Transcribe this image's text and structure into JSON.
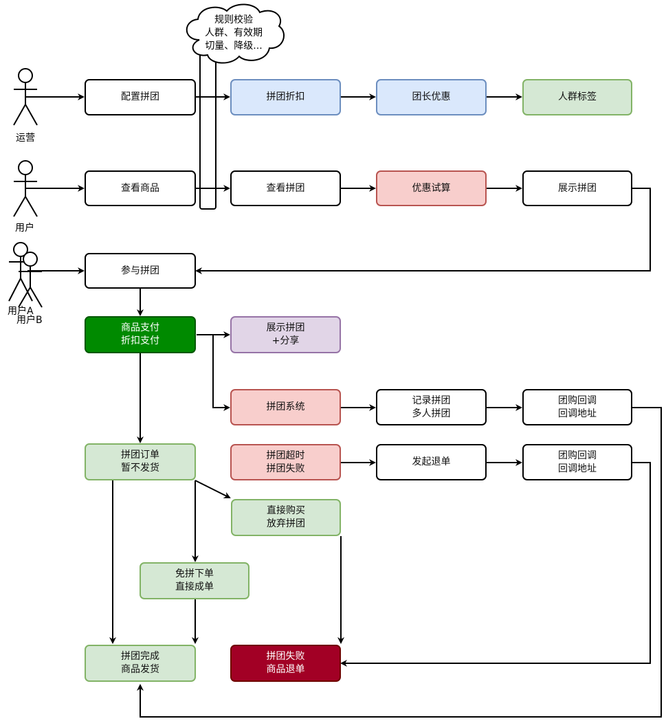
{
  "actors": {
    "ops": "运营",
    "user": "用户",
    "user_a": "用户A",
    "user_b": "用户B"
  },
  "cloud_note": "规则校验\n人群、有效期\n切量、降级...",
  "nodes": {
    "config_group": "配置拼团",
    "group_discount": "拼团折扣",
    "leader_discount": "团长优惠",
    "crowd_tag": "人群标签",
    "view_product": "查看商品",
    "view_group": "查看拼团",
    "discount_trial": "优惠试算",
    "show_group": "展示拼团",
    "join_group": "参与拼团",
    "pay": "商品支付\n折扣支付",
    "show_share": "展示拼团\n+分享",
    "group_system": "拼团系统",
    "record_group": "记录拼团\n多人拼团",
    "callback_1": "团购回调\n回调地址",
    "group_order": "拼团订单\n暂不发货",
    "timeout_fail": "拼团超时\n拼团失败",
    "refund": "发起退单",
    "callback_2": "团购回调\n回调地址",
    "buy_direct": "直接购买\n放弃拼团",
    "no_group": "免拼下单\n直接成单",
    "complete": "拼团完成\n商品发货",
    "fail_refund": "拼团失败\n商品退单"
  }
}
